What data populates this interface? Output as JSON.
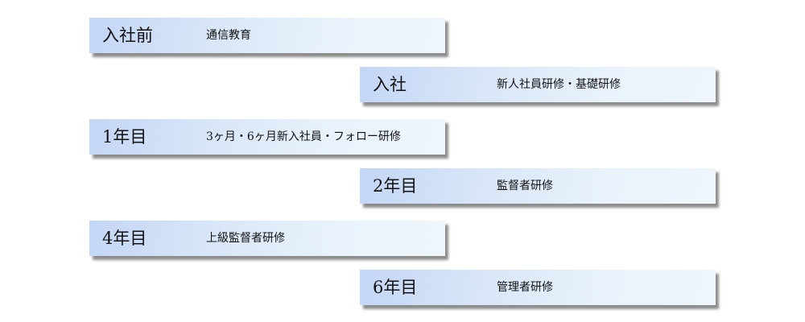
{
  "steps": [
    {
      "stage": "入社前",
      "training": "通信教育"
    },
    {
      "stage": "入社",
      "training": "新人社員研修・基礎研修"
    },
    {
      "stage": "1年目",
      "training": "3ヶ月・6ヶ月新入社員・フォロー研修"
    },
    {
      "stage": "2年目",
      "training": "監督者研修"
    },
    {
      "stage": "4年目",
      "training": "上級監督者研修"
    },
    {
      "stage": "6年目",
      "training": "管理者研修"
    }
  ]
}
